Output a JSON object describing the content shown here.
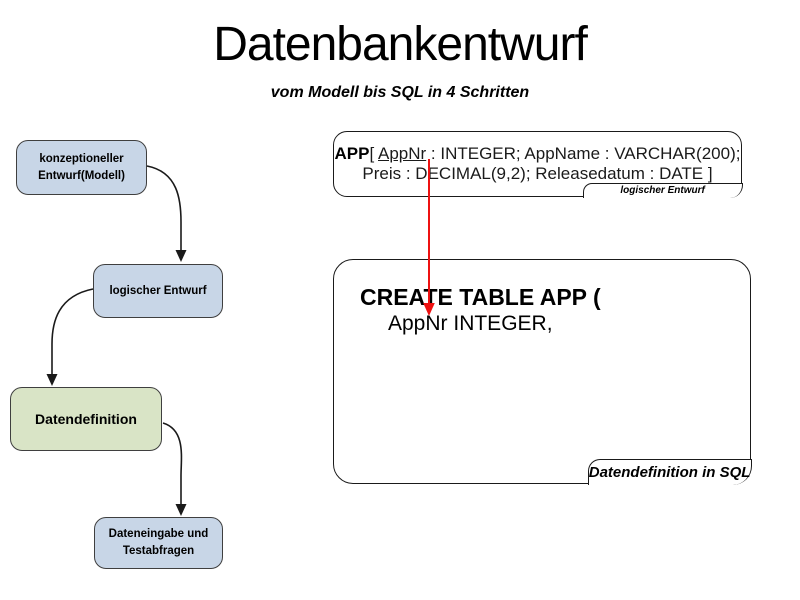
{
  "slide": {
    "title": "Datenbankentwurf",
    "subtitle": "vom Modell bis SQL in 4 Schritten"
  },
  "flowchart": {
    "steps": [
      {
        "id": "konzeptioneller-entwurf",
        "label": "konzeptioneller Entwurf(Modell)",
        "fill": "#c8d6e7"
      },
      {
        "id": "logischer-entwurf",
        "label": "logischer Entwurf",
        "fill": "#c8d6e7"
      },
      {
        "id": "datendefinition",
        "label": "Datendefinition",
        "fill": "#d9e4c6"
      },
      {
        "id": "dateneingabe-testabfragen",
        "label": "Dateneingabe und Testabfragen",
        "fill": "#c8d6e7"
      }
    ]
  },
  "schema_box": {
    "entity": "APP",
    "bracket": "[ ",
    "key_attribute": "AppNr",
    "line1_rest": " : INTEGER; AppName : VARCHAR(200);",
    "line2": "Preis : DECIMAL(9,2); Releasedatum : DATE ]",
    "tag": "logischer Entwurf"
  },
  "sql_box": {
    "line1": "CREATE TABLE APP (",
    "line2": "AppNr INTEGER,",
    "tag": "Datendefinition in SQL"
  },
  "colors": {
    "background": "#ffffff",
    "box_blue": "#c8d6e7",
    "box_green": "#d9e4c6",
    "box_border": "#3f3f3f",
    "frame_border": "#1a1a1a",
    "flow_arrow": "#1a1a1a",
    "mapping_arrow_red": "#ee1111",
    "text": "#000000"
  }
}
